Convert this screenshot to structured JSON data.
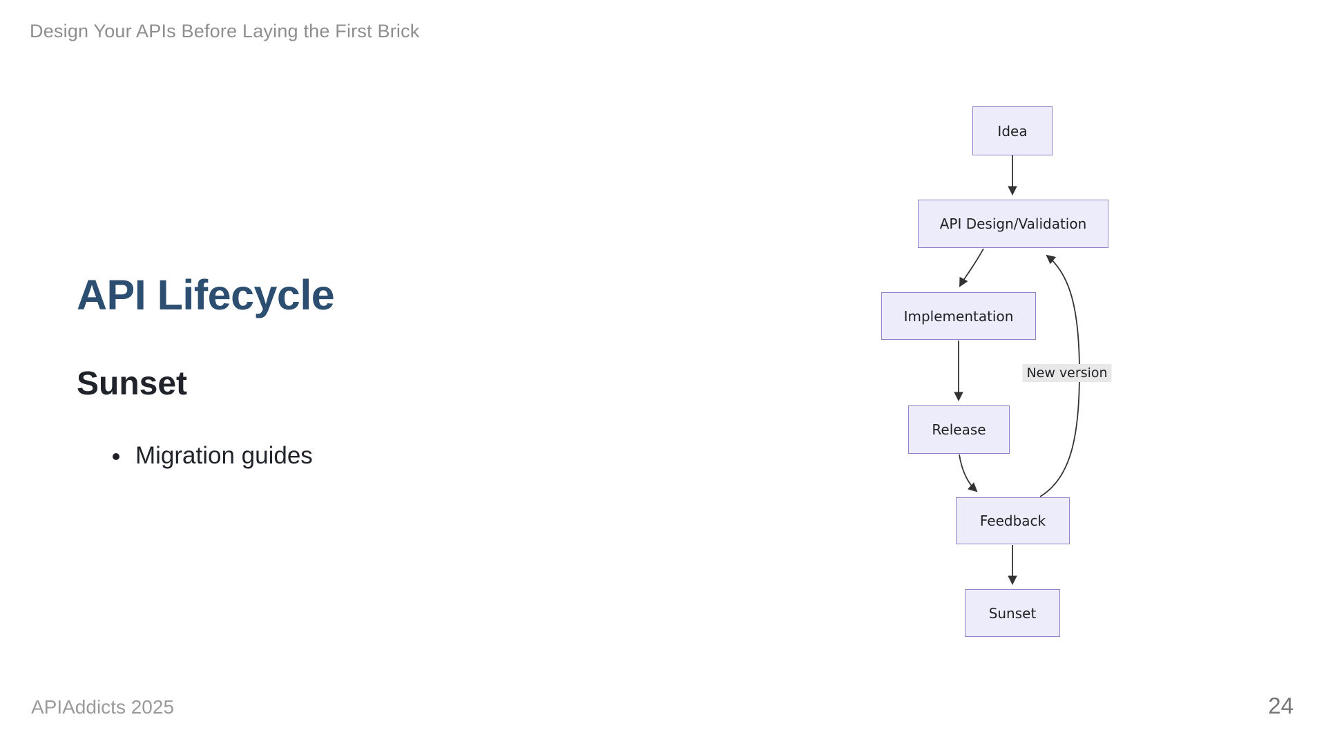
{
  "slide": {
    "header": "Design Your APIs Before Laying the First Brick",
    "title": "API Lifecycle",
    "subtitle": "Sunset",
    "bullets": [
      "Migration guides"
    ],
    "footer": "APIAddicts 2025",
    "page_number": "24"
  },
  "diagram": {
    "nodes": [
      {
        "id": "idea",
        "label": "Idea"
      },
      {
        "id": "api-design",
        "label": "API Design/Validation"
      },
      {
        "id": "implementation",
        "label": "Implementation"
      },
      {
        "id": "release",
        "label": "Release"
      },
      {
        "id": "feedback",
        "label": "Feedback"
      },
      {
        "id": "sunset",
        "label": "Sunset"
      }
    ],
    "edges": [
      {
        "from": "idea",
        "to": "api-design",
        "label": ""
      },
      {
        "from": "api-design",
        "to": "implementation",
        "label": ""
      },
      {
        "from": "implementation",
        "to": "release",
        "label": ""
      },
      {
        "from": "release",
        "to": "feedback",
        "label": ""
      },
      {
        "from": "feedback",
        "to": "api-design",
        "label": "New version"
      },
      {
        "from": "feedback",
        "to": "sunset",
        "label": ""
      }
    ],
    "colors": {
      "node_fill": "#ECECFA",
      "node_border": "#9180C8",
      "node_text": "#1F2023",
      "edge": "#333333",
      "edge_label_bg": "#E8E8E8",
      "title_accent": "#2C4E70"
    }
  }
}
